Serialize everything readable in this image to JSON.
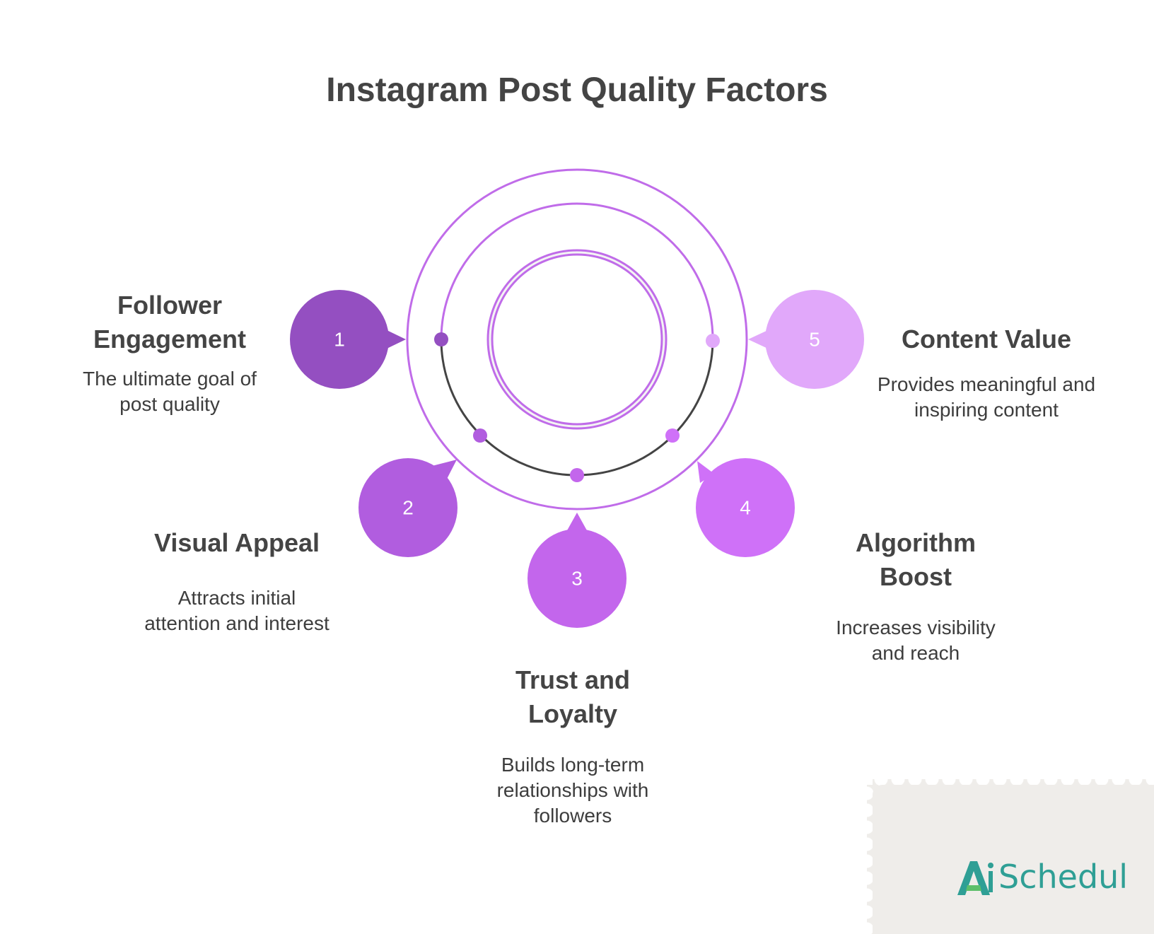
{
  "title": "Instagram Post Quality Factors",
  "factors": [
    {
      "number": "1",
      "name": "Follower Engagement",
      "description": "The ultimate goal of post quality",
      "color": "#944fc1"
    },
    {
      "number": "2",
      "name": "Visual Appeal",
      "description": "Attracts initial attention and interest",
      "color": "#b15ddf"
    },
    {
      "number": "3",
      "name": "Trust and Loyalty",
      "description": "Builds long-term relationships with followers",
      "color": "#c366ec"
    },
    {
      "number": "4",
      "name": "Algorithm Boost",
      "description": "Increases visibility and reach",
      "color": "#cf71f8"
    },
    {
      "number": "5",
      "name": "Content Value",
      "description": "Provides meaningful and inspiring content",
      "color": "#e1a8fa"
    }
  ],
  "colors": {
    "ring": "#c06ce9",
    "arc": "#444444",
    "inner_fill": "#f4f4f4",
    "logo": "#2f9f95"
  },
  "logo": {
    "text": "Schedul",
    "icon": "ai-logo-icon"
  }
}
